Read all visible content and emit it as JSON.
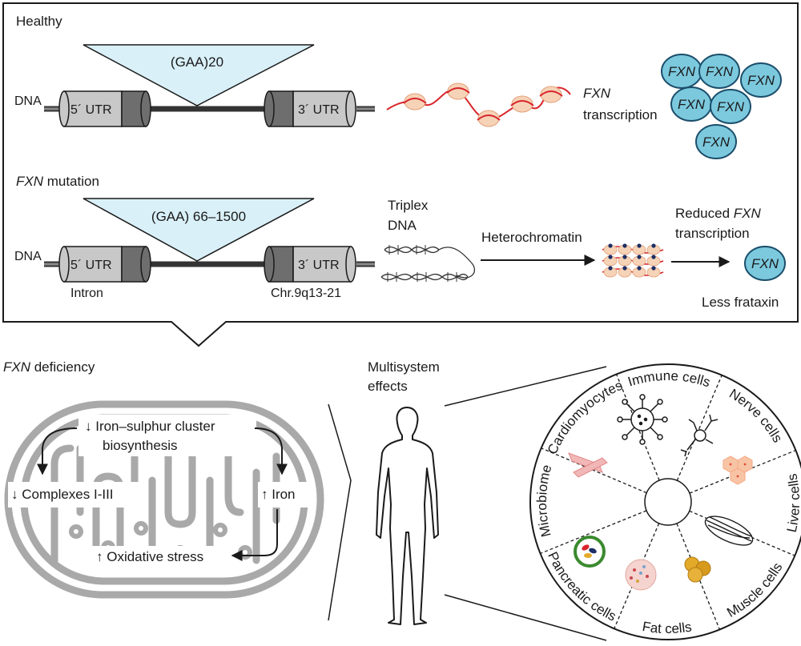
{
  "colors": {
    "cyan": "#7cc9de",
    "cyan_dark": "#1b4e6b",
    "triangle": "#d9f0f8",
    "gray_light": "#c8c8c8",
    "gray_dark": "#6e6e6e",
    "red": "#d8252b",
    "nucleosome": "#f6d3b7",
    "mito": "#a9a9a9",
    "navy": "#1d2f66"
  },
  "healthy": {
    "title": "Healthy",
    "dna_label": "DNA",
    "repeat": "(GAA)20",
    "utr5": "5´ UTR",
    "utr3": "3´ UTR",
    "fxn_italic": "FXN",
    "transcription": "transcription",
    "protein_label": "FXN"
  },
  "mutation": {
    "title_italic": "FXN",
    "title_rest": " mutation",
    "dna_label": "DNA",
    "repeat": "(GAA) 66–1500",
    "utr5": "5´ UTR",
    "utr3": "3´ UTR",
    "intron": "Intron",
    "chr": "Chr.9q13-21",
    "triplex_1": "Triplex",
    "triplex_2": "DNA",
    "heterochromatin": "Heterochromatin",
    "reduced_1": "Reduced ",
    "reduced_italic": "FXN",
    "reduced_2": "transcription",
    "protein_label": "FXN",
    "less_frataxin": "Less frataxin"
  },
  "deficiency": {
    "title_italic": "FXN",
    "title_rest": " deficiency",
    "iron_sulphur_1": "↓ Iron–sulphur cluster",
    "iron_sulphur_2": "biosynthesis",
    "complexes": "↓ Complexes I-III",
    "iron": "↑ Iron",
    "oxidative": "↑ Oxidative stress"
  },
  "multisystem": {
    "title_1": "Multisystem",
    "title_2": "effects",
    "wedges": [
      "Immune cells",
      "Nerve cells",
      "Liver cells",
      "Muscle cells",
      "Fat cells",
      "Pancreatic cells",
      "Microbiome",
      "Cardiomyocytes"
    ]
  }
}
